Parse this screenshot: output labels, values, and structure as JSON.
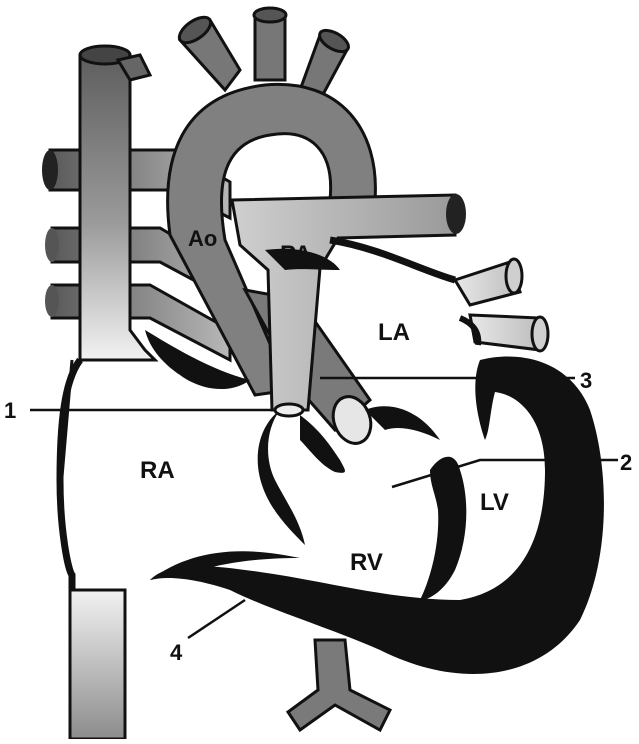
{
  "diagram": {
    "chambers": {
      "ao": "Ao",
      "pa": "PA",
      "la": "LA",
      "ra": "RA",
      "rv": "RV",
      "lv": "LV"
    },
    "callouts": [
      "1",
      "2",
      "3",
      "4"
    ]
  },
  "colors": {
    "vessel_dark": "#5a5a5a",
    "vessel_mid": "#8a8a8a",
    "vessel_light": "#d6d6d6",
    "myocardium": "#111111",
    "background": "#ffffff"
  }
}
